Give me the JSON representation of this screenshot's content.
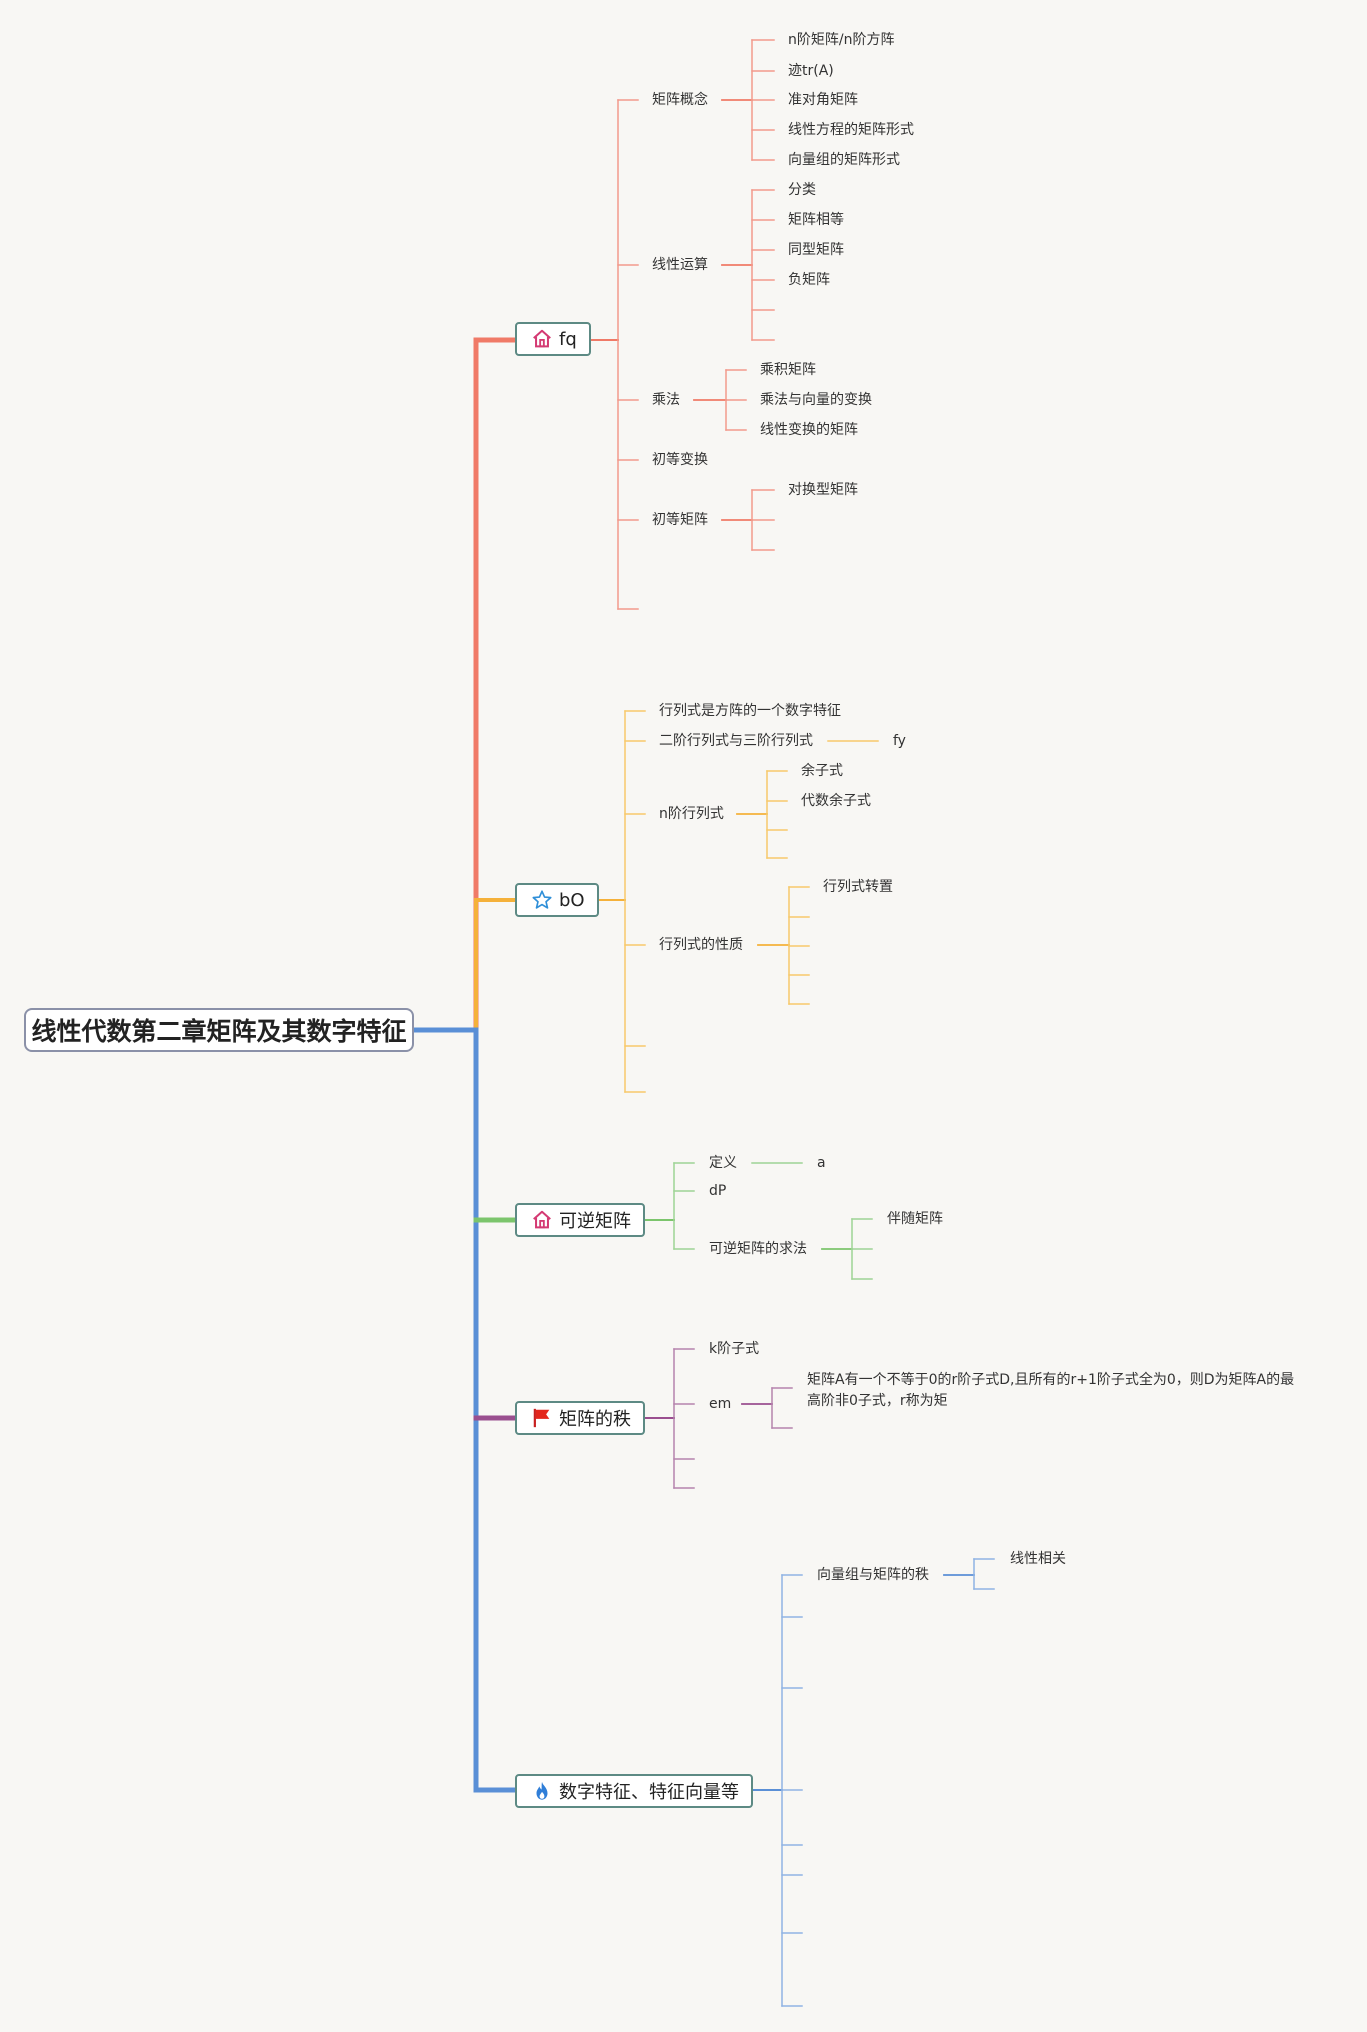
{
  "root": {
    "title": "线性代数第二章矩阵及其数字特征"
  },
  "colors": {
    "branch1": "#f07a67",
    "branch2": "#f5b13a",
    "branch3": "#7cc56c",
    "branch4": "#9a4f8f",
    "branch5": "#5a8fd6",
    "trunk": "#5a8fd6",
    "leaf1": "#f29a8c",
    "leaf2": "#f7c96b",
    "leaf3": "#9ed495",
    "leaf4": "#b584ad",
    "leaf5": "#8fb3e4"
  },
  "branches": {
    "b1": {
      "label": "fq",
      "icon": "home-icon",
      "c1": {
        "label": "矩阵概念",
        "l1": "n阶矩阵/n阶方阵",
        "l2": "迹tr(A)",
        "l3": "准对角矩阵",
        "l4": "线性方程的矩阵形式",
        "l5": "向量组的矩阵形式"
      },
      "c2": {
        "label": "线性运算",
        "l1": "分类",
        "l2": "矩阵相等",
        "l3": "同型矩阵",
        "l4": "负矩阵"
      },
      "c3": {
        "label": "乘法",
        "l1": "乘积矩阵",
        "l2": "乘法与向量的变换",
        "l3": "线性变换的矩阵"
      },
      "c4": {
        "label": "初等变换"
      },
      "c5": {
        "label": "初等矩阵",
        "l1": "对换型矩阵"
      }
    },
    "b2": {
      "label": "bO",
      "icon": "star-icon",
      "c1": {
        "label": "行列式是方阵的一个数字特征"
      },
      "c2": {
        "label": "二阶行列式与三阶行列式",
        "l1": "fy"
      },
      "c3": {
        "label": "n阶行列式",
        "l1": "余子式",
        "l2": "代数余子式"
      },
      "c4": {
        "label": "行列式的性质",
        "l1": "行列式转置"
      }
    },
    "b3": {
      "label": "可逆矩阵",
      "icon": "home-icon",
      "c1": {
        "label": "定义",
        "l1": "a"
      },
      "c2": {
        "label": "dP"
      },
      "c3": {
        "label": "可逆矩阵的求法",
        "l1": "伴随矩阵"
      }
    },
    "b4": {
      "label": "矩阵的秩",
      "icon": "flag-icon",
      "c1": {
        "label": "k阶子式"
      },
      "c2": {
        "label": "em",
        "l1": "矩阵A有一个不等于0的r阶子式D,且所有的r+1阶子式全为0，则D为矩阵A的最高阶非0子式，r称为矩"
      }
    },
    "b5": {
      "label": "数字特征、特征向量等",
      "icon": "fire-icon",
      "c1": {
        "label": "向量组与矩阵的秩",
        "l1": "线性相关"
      }
    }
  }
}
